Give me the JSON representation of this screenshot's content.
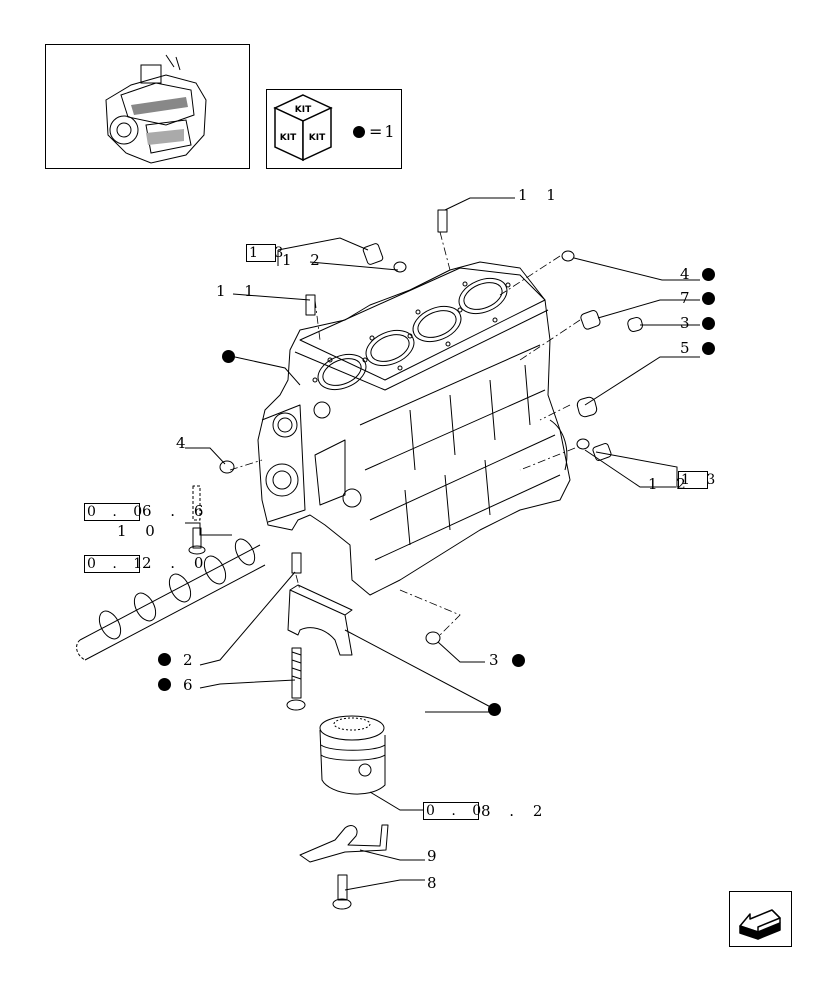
{
  "kit_legend": {
    "cube_text": "KIT",
    "equals_text": "=1"
  },
  "callouts": [
    {
      "id": "c11a",
      "text": "1 1"
    },
    {
      "id": "c12a",
      "text": "1 2"
    },
    {
      "id": "c11b",
      "text": "1 1"
    },
    {
      "id": "c4r",
      "text": "4"
    },
    {
      "id": "c7",
      "text": "7"
    },
    {
      "id": "c3r",
      "text": "3"
    },
    {
      "id": "c5",
      "text": "5"
    },
    {
      "id": "c4l",
      "text": "4"
    },
    {
      "id": "c12b",
      "text": "1 2"
    },
    {
      "id": "c10",
      "text": "1 0"
    },
    {
      "id": "c2",
      "text": "2"
    },
    {
      "id": "c6",
      "text": "6"
    },
    {
      "id": "c3b",
      "text": "3"
    },
    {
      "id": "c9",
      "text": "9"
    },
    {
      "id": "c8",
      "text": "8"
    },
    {
      "id": "c082tail",
      "text": "8 . 2"
    },
    {
      "id": "c066tail",
      "text": "6 . 6"
    },
    {
      "id": "c012tail",
      "text": "2 . 0"
    }
  ],
  "refs": [
    {
      "id": "r13a",
      "text": "1 3"
    },
    {
      "id": "r13b",
      "text": "1 3"
    },
    {
      "id": "r066",
      "text": "0 . 0"
    },
    {
      "id": "r012",
      "text": "0 . 1"
    },
    {
      "id": "r082",
      "text": "0 . 0"
    }
  ],
  "nav": {
    "icon": "back-arrow-icon"
  }
}
